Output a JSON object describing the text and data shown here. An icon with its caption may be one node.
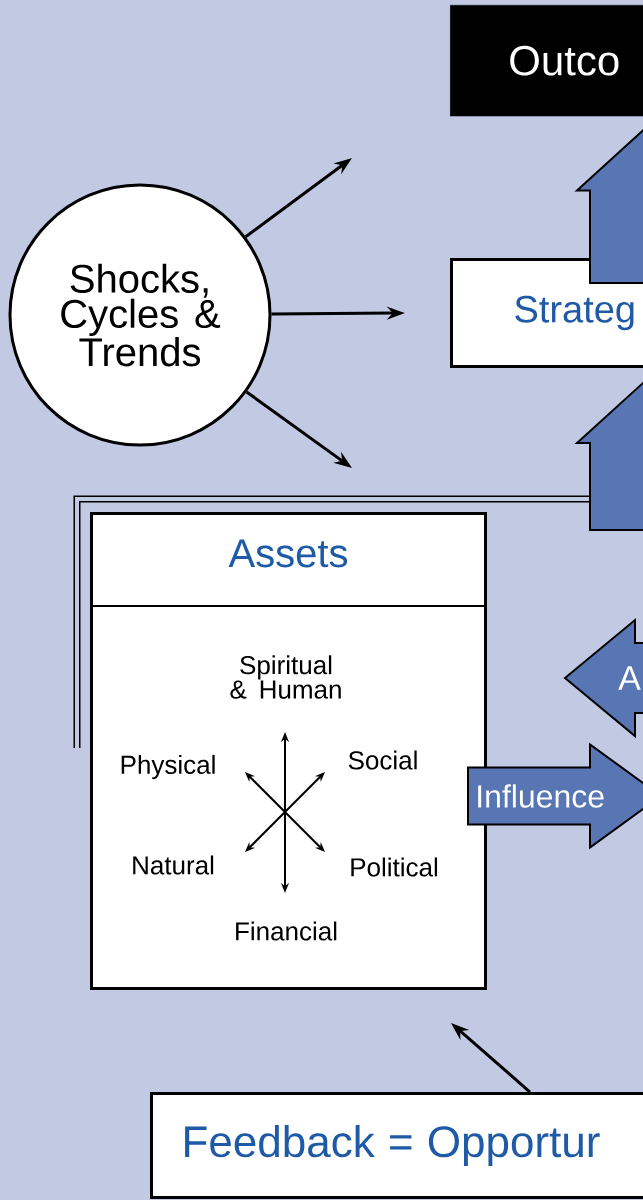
{
  "diagram": {
    "nodes": [
      {
        "text": [
          "Outco"
        ]
      },
      {
        "text": [
          "Shocks, Cycles & Trends"
        ]
      },
      {
        "text": [
          "Strateg"
        ]
      },
      {
        "text": [
          "Assets"
        ]
      },
      {
        "text": [
          "A"
        ]
      },
      {
        "text": [
          "Feedback = Opportur"
        ]
      }
    ],
    "edges": [
      {
        "from": 1,
        "to": null,
        "arrow": "to"
      },
      {
        "from": 1,
        "to": null,
        "arrow": "to"
      },
      {
        "from": 1,
        "to": null,
        "arrow": "to"
      },
      {
        "from": 2,
        "to": 0,
        "arrow": "to",
        "style": "thick",
        "color": "#5876b4"
      },
      {
        "from": null,
        "to": 2,
        "arrow": "to",
        "style": "thick",
        "color": "#5876b4"
      },
      {
        "from": 5,
        "to": 3,
        "arrow": "to"
      },
      {
        "from": 3,
        "to": null,
        "arrow": "to",
        "style": "thick",
        "color": "#5876b4",
        "label": "Influence"
      }
    ],
    "labels": [
      "Spiritual & Human",
      "Physical",
      "Social",
      "Natural",
      "Political",
      "Financial"
    ]
  }
}
